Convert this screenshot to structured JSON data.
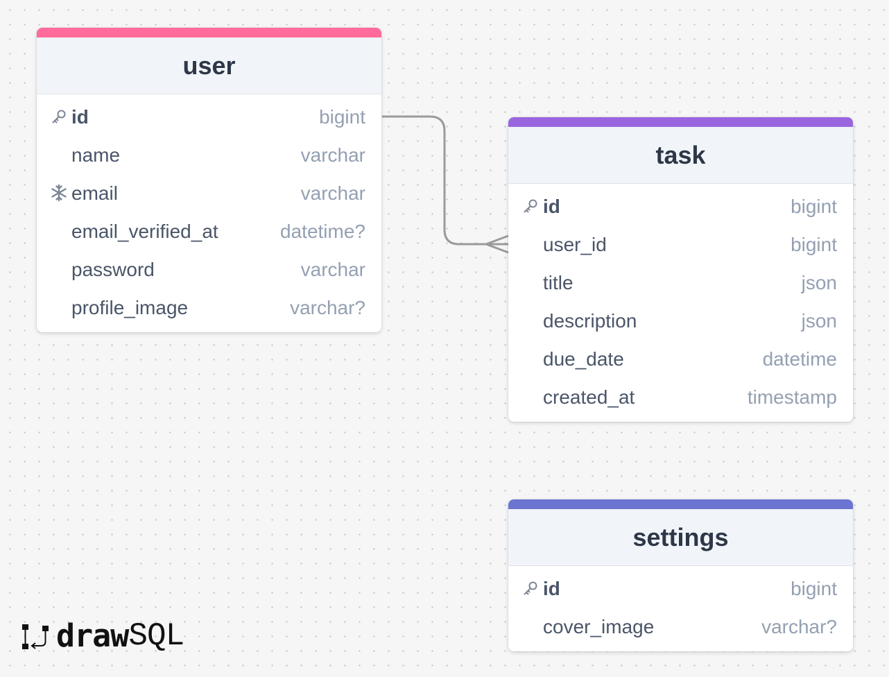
{
  "tables": [
    {
      "name": "user",
      "accent": "#ff6b9a",
      "fields": [
        {
          "name": "id",
          "type": "bigint",
          "icon": "key-icon",
          "pk": true
        },
        {
          "name": "name",
          "type": "varchar",
          "icon": "",
          "pk": false
        },
        {
          "name": "email",
          "type": "varchar",
          "icon": "unique-snowflake-icon",
          "pk": false
        },
        {
          "name": "email_verified_at",
          "type": "datetime?",
          "icon": "",
          "pk": false
        },
        {
          "name": "password",
          "type": "varchar",
          "icon": "",
          "pk": false
        },
        {
          "name": "profile_image",
          "type": "varchar?",
          "icon": "",
          "pk": false
        }
      ]
    },
    {
      "name": "task",
      "accent": "#9966e0",
      "fields": [
        {
          "name": "id",
          "type": "bigint",
          "icon": "key-icon",
          "pk": true
        },
        {
          "name": "user_id",
          "type": "bigint",
          "icon": "",
          "pk": false
        },
        {
          "name": "title",
          "type": "json",
          "icon": "",
          "pk": false
        },
        {
          "name": "description",
          "type": "json",
          "icon": "",
          "pk": false
        },
        {
          "name": "due_date",
          "type": "datetime",
          "icon": "",
          "pk": false
        },
        {
          "name": "created_at",
          "type": "timestamp",
          "icon": "",
          "pk": false
        }
      ]
    },
    {
      "name": "settings",
      "accent": "#6b74d1",
      "fields": [
        {
          "name": "id",
          "type": "bigint",
          "icon": "key-icon",
          "pk": true
        },
        {
          "name": "cover_image",
          "type": "varchar?",
          "icon": "",
          "pk": false
        }
      ]
    }
  ],
  "relationships": [
    {
      "from_table": "user",
      "from_field": "id",
      "to_table": "task",
      "to_field": "user_id",
      "cardinality": "one-to-many"
    }
  ],
  "branding": {
    "logo_bold": "draw",
    "logo_light": "SQL"
  }
}
